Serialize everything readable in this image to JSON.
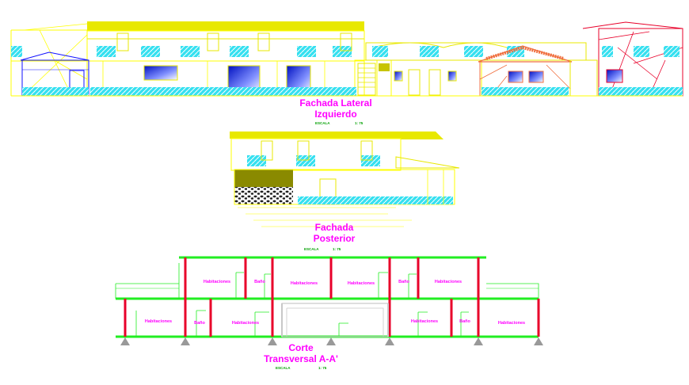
{
  "drawings": {
    "left_elevation": {
      "title_line1": "Fachada Lateral",
      "title_line2": "Izquierdo",
      "scale_label": "ESCALA",
      "scale_value": "1: 75"
    },
    "rear_elevation": {
      "title_line1": "Fachada",
      "title_line2": "Posterior",
      "scale_label": "ESCALA",
      "scale_value": "1: 75"
    },
    "section": {
      "title_line1": "Corte",
      "title_line2": "Transversal A-A'",
      "scale_label": "ESCALA",
      "scale_value": "1: 75",
      "upper_rooms": [
        "Habitaciones",
        "Baño",
        "Habitaciones",
        "Habitaciones",
        "Baño",
        "Habitaciones"
      ],
      "lower_rooms": [
        "Habitaciones",
        "Baño",
        "Habitaciones",
        "Habitaciones",
        "Baño",
        "Habitaciones"
      ]
    }
  },
  "colors": {
    "title": "#ff00ff",
    "scale": "#00a000",
    "wall_yellow": "#e8e800",
    "outline_yellow": "#ffff00",
    "glass_cyan": "#33ddee",
    "column_red": "#e8002a",
    "slab_green": "#22ee22",
    "window_blue": "#0000cc",
    "roof_orange": "#f07040"
  }
}
